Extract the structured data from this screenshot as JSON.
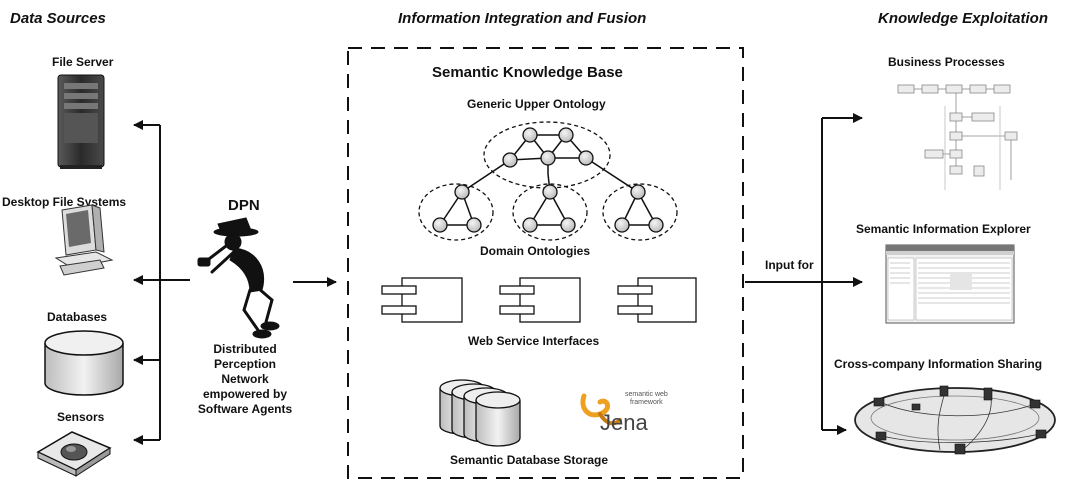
{
  "headings": {
    "sources": "Data Sources",
    "integration": "Information Integration and Fusion",
    "exploitation": "Knowledge Exploitation"
  },
  "sources": {
    "file_server": "File Server",
    "desktop": "Desktop File Systems",
    "databases": "Databases",
    "sensors": "Sensors"
  },
  "dpn": {
    "title": "DPN",
    "desc_lines": [
      "Distributed",
      "Perception",
      "Network",
      "empowered by",
      "Software Agents"
    ]
  },
  "kb": {
    "title": "Semantic Knowledge Base",
    "upper_ontology": "Generic Upper Ontology",
    "domain_ontologies": "Domain Ontologies",
    "web_services": "Web Service Interfaces",
    "db_storage": "Semantic Database Storage",
    "jena_word": "Jena",
    "jena_tag_lines": [
      "semantic web",
      "framework"
    ]
  },
  "input_for": "Input for",
  "exploitation": {
    "business": "Business Processes",
    "explorer": "Semantic Information Explorer",
    "sharing": "Cross-company Information Sharing"
  },
  "colors": {
    "stroke": "#111111",
    "node_fill": "#d9d9d9",
    "device_dark": "#3a3a3a",
    "device_mid": "#8a8a8a",
    "jena_orange": "#f0a020"
  }
}
